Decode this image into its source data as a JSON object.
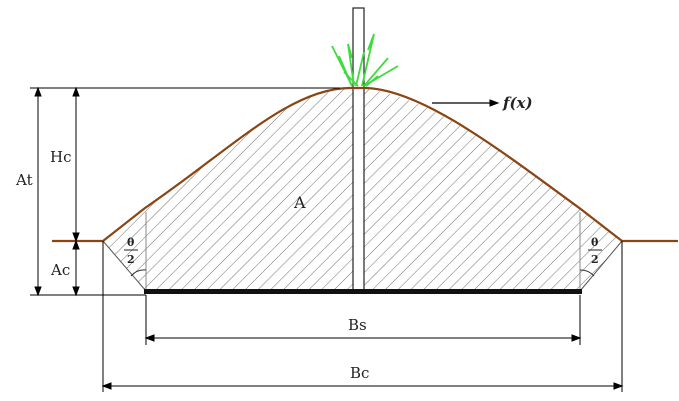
{
  "labels": {
    "at": "At",
    "hc": "Hc",
    "ac": "Ac",
    "area": "A",
    "fx": "f(x)",
    "bs": "Bs",
    "bc": "Bc",
    "theta": "θ",
    "two": "2"
  },
  "colors": {
    "curve": "#8b4513",
    "ground": "#8b4513",
    "hatch": "#707070",
    "lines": "#000000",
    "plant": "#3ddc3d"
  },
  "icons": {
    "plant": "grass-sprout-icon"
  }
}
